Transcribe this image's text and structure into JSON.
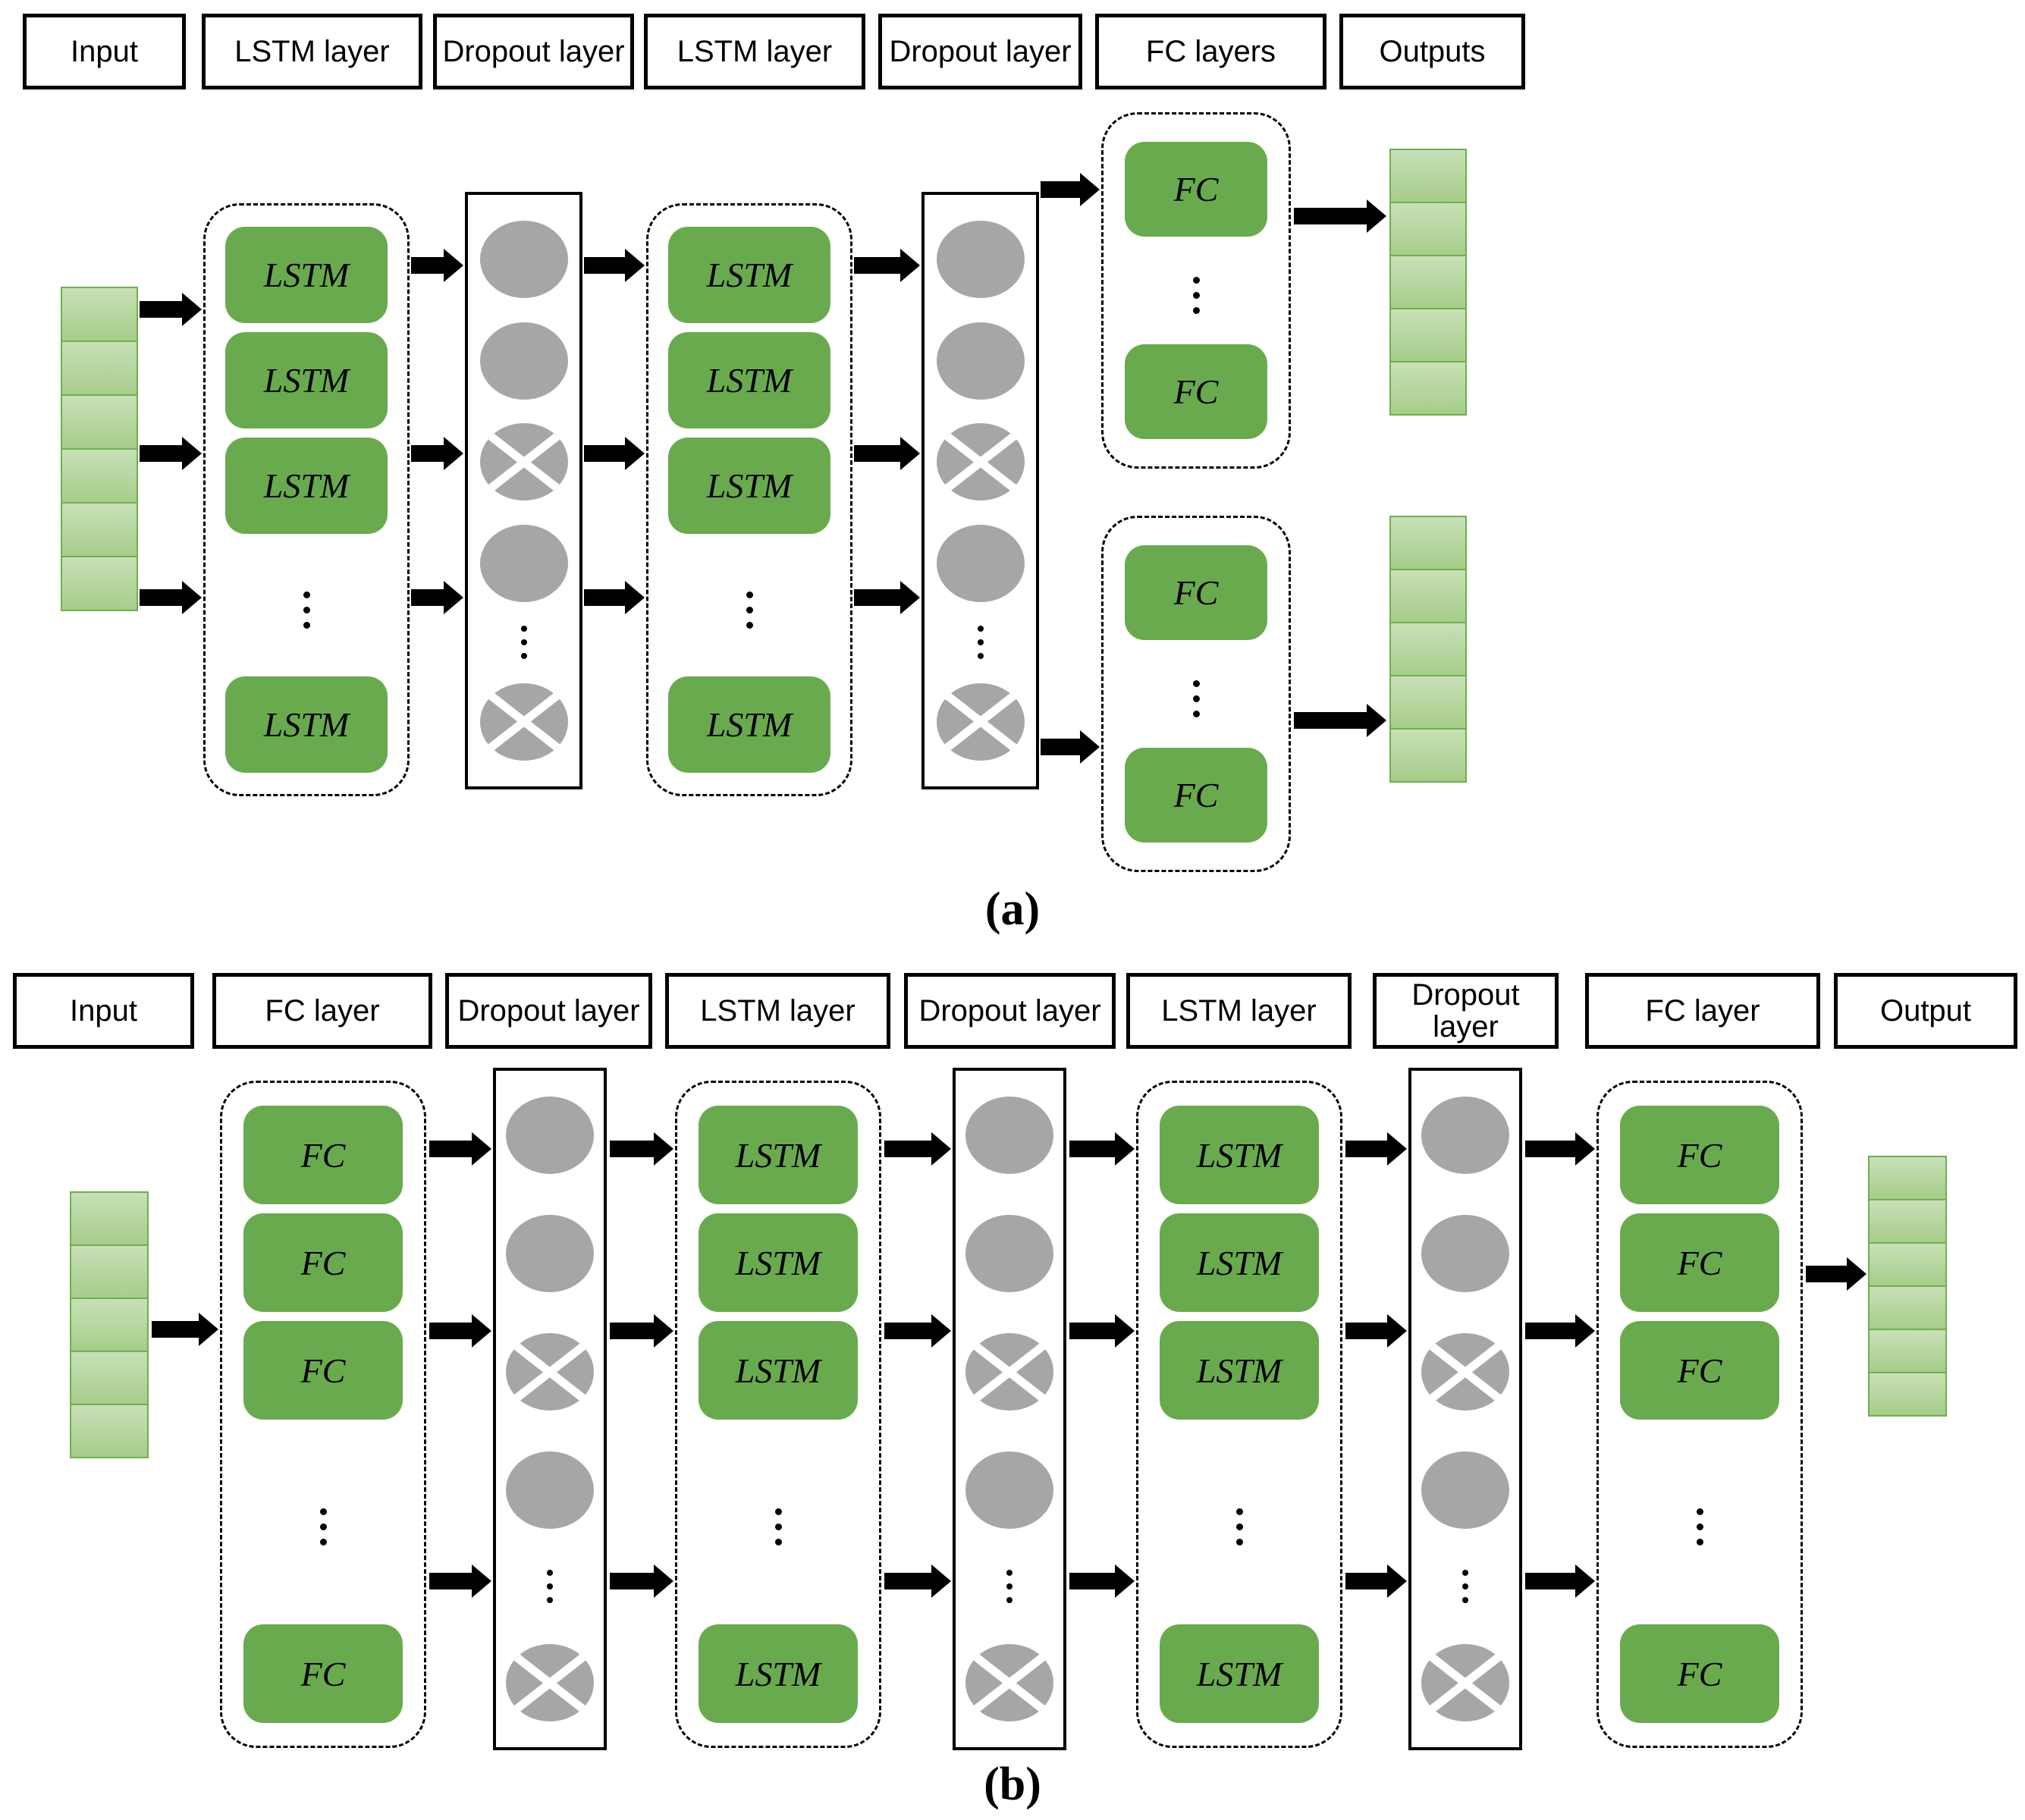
{
  "panel_a": {
    "caption": "(a)",
    "headers": [
      "Input",
      "LSTM layer",
      "Dropout layer",
      "LSTM layer",
      "Dropout layer",
      "FC layers",
      "Outputs"
    ],
    "lstm_group_items": [
      "LSTM",
      "LSTM",
      "LSTM",
      "dots",
      "LSTM"
    ],
    "fc_group_items": [
      "FC",
      "dots",
      "FC"
    ],
    "dropout_pattern": [
      "node",
      "node",
      "crossed",
      "node",
      "dots",
      "crossed"
    ],
    "input_stack_cells": 6,
    "output_stack_1_cells": 5,
    "output_stack_2_cells": 5
  },
  "panel_b": {
    "caption": "(b)",
    "headers": [
      "Input",
      "FC layer",
      "Dropout layer",
      "LSTM layer",
      "Dropout layer",
      "LSTM layer",
      "Dropout layer",
      "FC layer",
      "Output"
    ],
    "fc_group_items": [
      "FC",
      "FC",
      "FC",
      "dots",
      "FC"
    ],
    "lstm_group_items": [
      "LSTM",
      "LSTM",
      "LSTM",
      "dots",
      "LSTM"
    ],
    "dropout_pattern": [
      "node",
      "node",
      "crossed",
      "node",
      "dots",
      "crossed"
    ],
    "input_stack_cells": 5,
    "output_stack_cells": 6
  },
  "colors": {
    "unit_box_green": "#6aaa4f",
    "stack_cell_light_green_top": "#c8e0b7",
    "stack_cell_light_green_bottom": "#a6cd8a",
    "stack_cell_border_green": "#6faf50",
    "dropout_node_gray": "#a6a6a6",
    "line_black": "#000000"
  }
}
